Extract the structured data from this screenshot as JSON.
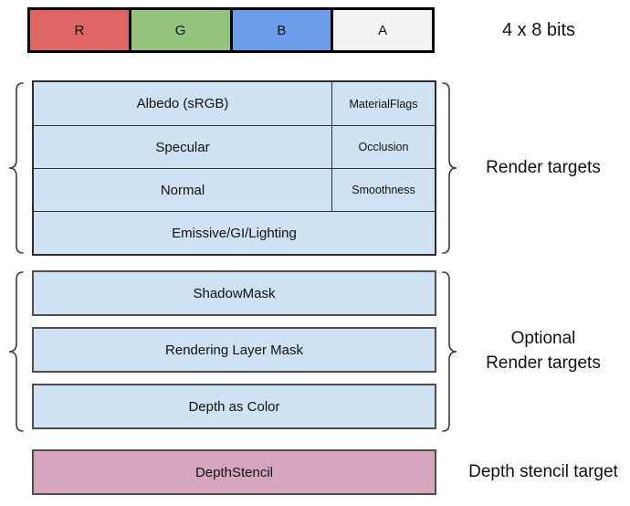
{
  "pixel_format_bar": {
    "caption": "4 x 8 bits",
    "cells": [
      {
        "label": "R",
        "color": "#e06666"
      },
      {
        "label": "G",
        "color": "#93c47d"
      },
      {
        "label": "B",
        "color": "#6d9eeb"
      },
      {
        "label": "A",
        "color": "#f3f3f3"
      }
    ]
  },
  "render_targets": {
    "label": "Render targets",
    "fill_color": "#cfe2f3",
    "rows": [
      {
        "main": "Albedo (sRGB)",
        "alpha": "MaterialFlags"
      },
      {
        "main": "Specular",
        "alpha": "Occlusion"
      },
      {
        "main": "Normal",
        "alpha": "Smoothness"
      },
      {
        "main": "Emissive/GI/Lighting",
        "alpha": ""
      }
    ]
  },
  "optional_render_targets": {
    "label_line1": "Optional",
    "label_line2": "Render targets",
    "fill_color": "#cfe2f3",
    "boxes": [
      "ShadowMask",
      "Rendering Layer Mask",
      "Depth as Color"
    ]
  },
  "depth_stencil": {
    "box_label": "DepthStencil",
    "label": "Depth stencil target",
    "fill_color": "#d5a6bd"
  }
}
